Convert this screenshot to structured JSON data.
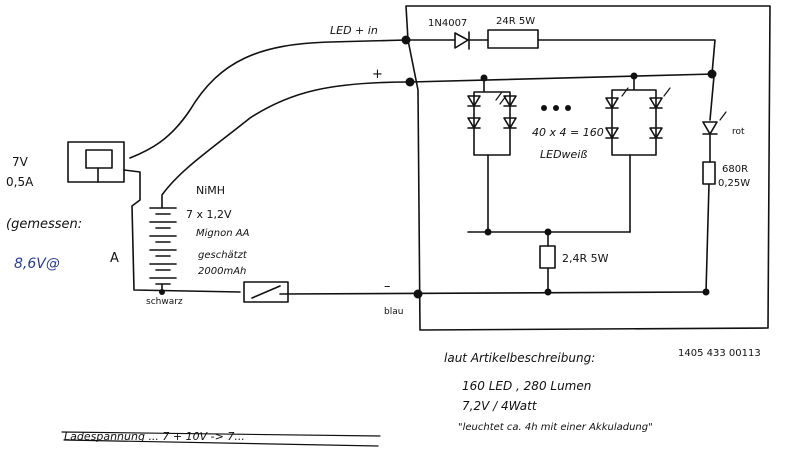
{
  "labels": {
    "led_in": "LED + in",
    "plus": "+",
    "diode": "1N4007",
    "res_series": "24R 5W",
    "led_array": "40 x 4 = 160",
    "led_color": "LEDweiß",
    "res_red": "680R",
    "res_red_power": "0,25W",
    "led_red": "rot",
    "res_common": "2,4R 5W",
    "battery_type": "NiMH",
    "battery_cells": "7 x 1,2V",
    "battery_size": "Mignon AA",
    "battery_note": "geschätzt",
    "battery_capacity": "2000mAh",
    "supply_voltage": "7V",
    "supply_current": "0,5A",
    "measured_label": "(gemessen:",
    "measured_value": "8,6V@",
    "measured_unit": "A",
    "black": "schwarz",
    "minus": "–",
    "blue_wire": "blau",
    "spec_title": "laut Artikelbeschreibung:",
    "article_no": "1405 433 00113",
    "spec_line1": "160 LED , 280 Lumen",
    "spec_line2": "7,2V / 4Watt",
    "spec_line3": "\"leuchtet ca. 4h mit einer Akkuladung\"",
    "crossed_note": "Ladespannung ... 7 + 10V -> 7..."
  },
  "colors": {
    "ink": "#111111",
    "blue_ink": "#2a3f8f"
  }
}
